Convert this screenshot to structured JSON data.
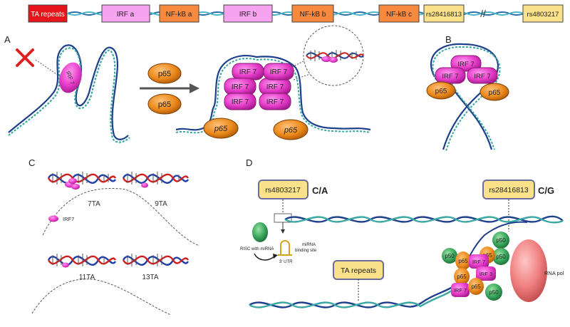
{
  "gene_bar": {
    "boxes": [
      "TA repeats",
      "IRF a",
      "NF-kB a",
      "IRF b",
      "NF-kB b",
      "NF-kB c",
      "rs28416813",
      "rs4803217"
    ],
    "break_mark": "//"
  },
  "panels": {
    "a": {
      "letter": "A",
      "irf_loop": "IRF 7",
      "p65_top": "p65",
      "p65_bottom": "p65",
      "cluster": [
        "IRF 7",
        "IRF 7",
        "IRF 7",
        "IRF 7",
        "IRF 7",
        "IRF 7"
      ],
      "p65_left": "p65",
      "p65_right": "p65"
    },
    "b": {
      "letter": "B",
      "irf": [
        "IRF 7",
        "IRF 7",
        "IRF 7"
      ],
      "p65_left": "p65",
      "p65_right": "p65"
    },
    "c": {
      "letter": "C",
      "labels": [
        "7TA",
        "9TA",
        "11TA",
        "13TA"
      ],
      "legend": "IRF7"
    },
    "d": {
      "letter": "D",
      "snp1": "rs4803217",
      "allele1": "C/A",
      "snp2": "rs28416813",
      "allele2": "C/G",
      "risc": "RISC with miRNA",
      "utr": "3' UTR",
      "mirna_site": "miRNA binding site",
      "ta": "TA repeats",
      "rnapol": "RNA pol",
      "complex": [
        "p50",
        "p50",
        "p50",
        "p65",
        "p65",
        "IRF 7",
        "IRF 3",
        "p65",
        "IRF 7",
        "p65",
        "p50"
      ]
    }
  },
  "colors": {
    "red": "#e8141b",
    "violet": "#f6a3f0",
    "orange": "#f78a3e",
    "yellow": "#fbe28a",
    "magenta": "#e93cc8",
    "p65": "#e88318",
    "dnaA": "#1e3f8c",
    "dnaB": "#39a7a2",
    "green": "#3aa35a"
  }
}
